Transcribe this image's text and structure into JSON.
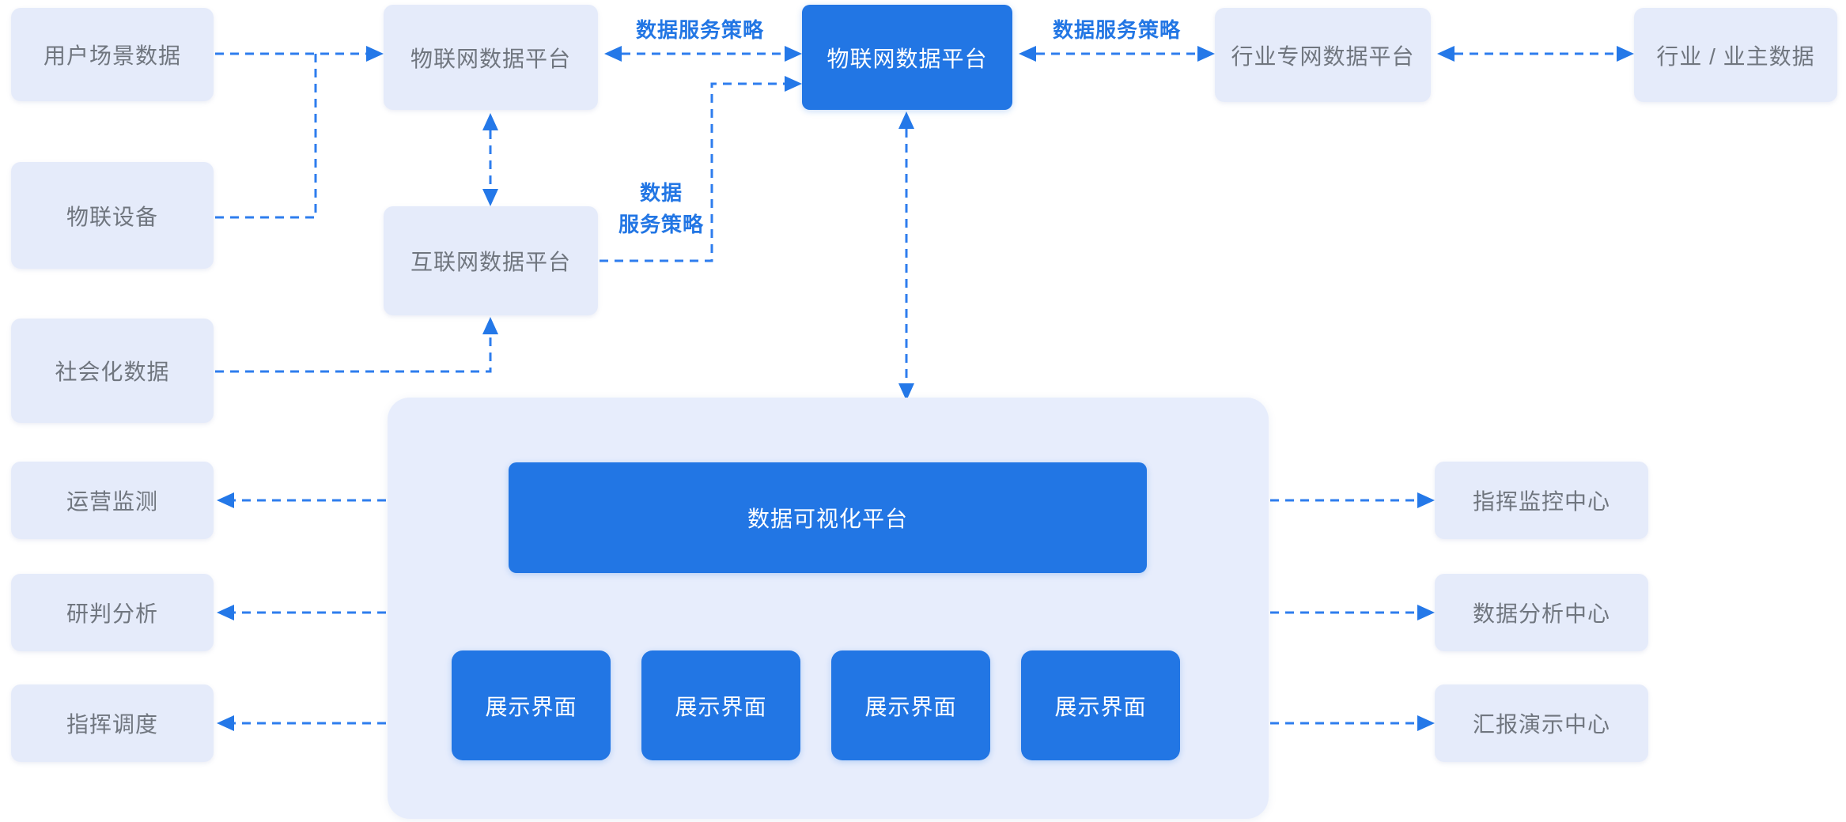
{
  "diagram": {
    "sources": [
      "用户场景数据",
      "物联设备",
      "社会化数据"
    ],
    "outputs": [
      "运营监测",
      "研判分析",
      "指挥调度"
    ],
    "platforms": {
      "iot": "物联网数据平台",
      "internet": "互联网数据平台",
      "iot_hub": "物联网数据平台",
      "industry": "行业专网数据平台",
      "owner": "行业 / 业主数据"
    },
    "flow_labels": {
      "strategy_left": "数据服务策略",
      "strategy_right": "数据服务策略",
      "strategy_internet_line1": "数据",
      "strategy_internet_line2": "服务策略"
    },
    "visualization": {
      "title": "数据可视化平台",
      "screens": [
        "展示界面",
        "展示界面",
        "展示界面",
        "展示界面"
      ]
    },
    "centers": [
      "指挥监控中心",
      "数据分析中心",
      "汇报演示中心"
    ],
    "colors": {
      "accent_blue": "#2276E4",
      "line_blue": "#2E7DEE",
      "node_fill": "#E5EBFA",
      "container_fill": "#E7EDFC",
      "text_gray": "#70767F",
      "text_white": "#FFFFFF"
    }
  }
}
